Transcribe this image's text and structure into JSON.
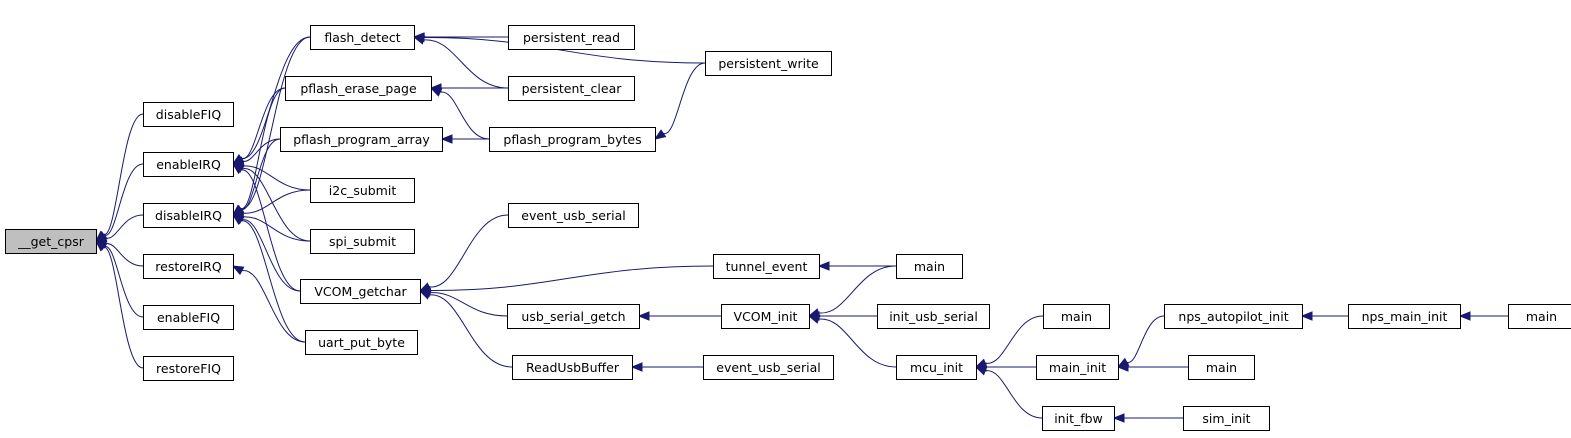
{
  "graph": {
    "nodes": [
      {
        "id": "get_cpsr",
        "label": "__get_cpsr",
        "root": true
      },
      {
        "id": "disableFIQ",
        "label": "disableFIQ"
      },
      {
        "id": "enableIRQ",
        "label": "enableIRQ"
      },
      {
        "id": "disableIRQ",
        "label": "disableIRQ"
      },
      {
        "id": "restoreIRQ",
        "label": "restoreIRQ"
      },
      {
        "id": "enableFIQ",
        "label": "enableFIQ"
      },
      {
        "id": "restoreFIQ",
        "label": "restoreFIQ"
      },
      {
        "id": "flash_detect",
        "label": "flash_detect"
      },
      {
        "id": "pflash_erase_page",
        "label": "pflash_erase_page"
      },
      {
        "id": "pflash_program_array",
        "label": "pflash_program_array"
      },
      {
        "id": "i2c_submit",
        "label": "i2c_submit"
      },
      {
        "id": "spi_submit",
        "label": "spi_submit"
      },
      {
        "id": "VCOM_getchar",
        "label": "VCOM_getchar"
      },
      {
        "id": "uart_put_byte",
        "label": "uart_put_byte"
      },
      {
        "id": "persistent_read",
        "label": "persistent_read"
      },
      {
        "id": "persistent_clear",
        "label": "persistent_clear"
      },
      {
        "id": "pflash_program_bytes",
        "label": "pflash_program_bytes"
      },
      {
        "id": "persistent_write",
        "label": "persistent_write"
      },
      {
        "id": "event_usb_serial_1",
        "label": "event_usb_serial"
      },
      {
        "id": "usb_serial_getch",
        "label": "usb_serial_getch"
      },
      {
        "id": "ReadUsbBuffer",
        "label": "ReadUsbBuffer"
      },
      {
        "id": "tunnel_event",
        "label": "tunnel_event"
      },
      {
        "id": "VCOM_init",
        "label": "VCOM_init"
      },
      {
        "id": "event_usb_serial_2",
        "label": "event_usb_serial"
      },
      {
        "id": "main_1",
        "label": "main"
      },
      {
        "id": "init_usb_serial",
        "label": "init_usb_serial"
      },
      {
        "id": "mcu_init",
        "label": "mcu_init"
      },
      {
        "id": "main_2",
        "label": "main"
      },
      {
        "id": "main_init",
        "label": "main_init"
      },
      {
        "id": "init_fbw",
        "label": "init_fbw"
      },
      {
        "id": "nps_autopilot_init",
        "label": "nps_autopilot_init"
      },
      {
        "id": "main_3",
        "label": "main"
      },
      {
        "id": "sim_init",
        "label": "sim_init"
      },
      {
        "id": "nps_main_init",
        "label": "nps_main_init"
      },
      {
        "id": "main_4",
        "label": "main"
      }
    ],
    "edges": [
      [
        "get_cpsr",
        "disableFIQ"
      ],
      [
        "get_cpsr",
        "enableIRQ"
      ],
      [
        "get_cpsr",
        "disableIRQ"
      ],
      [
        "get_cpsr",
        "restoreIRQ"
      ],
      [
        "get_cpsr",
        "enableFIQ"
      ],
      [
        "get_cpsr",
        "restoreFIQ"
      ],
      [
        "enableIRQ",
        "flash_detect"
      ],
      [
        "enableIRQ",
        "pflash_erase_page"
      ],
      [
        "enableIRQ",
        "pflash_program_array"
      ],
      [
        "enableIRQ",
        "i2c_submit"
      ],
      [
        "enableIRQ",
        "spi_submit"
      ],
      [
        "enableIRQ",
        "VCOM_getchar"
      ],
      [
        "disableIRQ",
        "flash_detect"
      ],
      [
        "disableIRQ",
        "pflash_erase_page"
      ],
      [
        "disableIRQ",
        "pflash_program_array"
      ],
      [
        "disableIRQ",
        "i2c_submit"
      ],
      [
        "disableIRQ",
        "spi_submit"
      ],
      [
        "disableIRQ",
        "VCOM_getchar"
      ],
      [
        "disableIRQ",
        "uart_put_byte"
      ],
      [
        "restoreIRQ",
        "uart_put_byte"
      ],
      [
        "flash_detect",
        "persistent_read"
      ],
      [
        "flash_detect",
        "persistent_clear"
      ],
      [
        "flash_detect",
        "persistent_write"
      ],
      [
        "pflash_erase_page",
        "persistent_clear"
      ],
      [
        "pflash_erase_page",
        "pflash_program_bytes"
      ],
      [
        "pflash_program_array",
        "pflash_program_bytes"
      ],
      [
        "pflash_program_bytes",
        "persistent_write"
      ],
      [
        "VCOM_getchar",
        "event_usb_serial_1"
      ],
      [
        "VCOM_getchar",
        "tunnel_event"
      ],
      [
        "VCOM_getchar",
        "usb_serial_getch"
      ],
      [
        "VCOM_getchar",
        "ReadUsbBuffer"
      ],
      [
        "tunnel_event",
        "main_1"
      ],
      [
        "usb_serial_getch",
        "VCOM_init"
      ],
      [
        "ReadUsbBuffer",
        "event_usb_serial_2"
      ],
      [
        "VCOM_init",
        "main_1"
      ],
      [
        "VCOM_init",
        "init_usb_serial"
      ],
      [
        "VCOM_init",
        "mcu_init"
      ],
      [
        "mcu_init",
        "main_2"
      ],
      [
        "mcu_init",
        "main_init"
      ],
      [
        "mcu_init",
        "init_fbw"
      ],
      [
        "main_init",
        "nps_autopilot_init"
      ],
      [
        "main_init",
        "main_3"
      ],
      [
        "init_fbw",
        "sim_init"
      ],
      [
        "nps_autopilot_init",
        "nps_main_init"
      ],
      [
        "nps_main_init",
        "main_4"
      ]
    ]
  }
}
